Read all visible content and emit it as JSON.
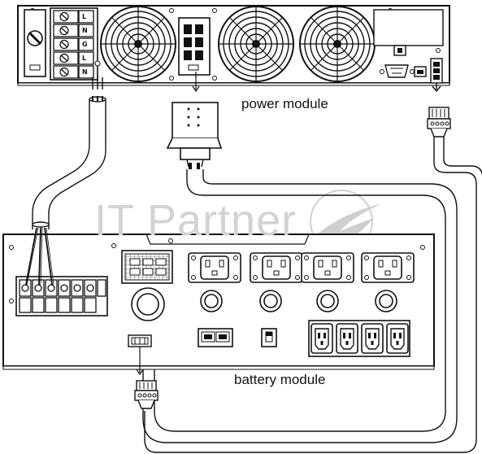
{
  "labels": {
    "power_module": "power module",
    "battery_module": "battery module"
  },
  "watermark": {
    "text": "IT Partner",
    "color": "#d3d3d3"
  },
  "terminal_labels": [
    "L",
    "N",
    "G",
    "L",
    "N"
  ],
  "icons": [
    "fan-grille-icon",
    "breaker-switch-icon",
    "swoosh-logo-icon",
    "iec-outlet-icon",
    "rj45-port-icon"
  ]
}
